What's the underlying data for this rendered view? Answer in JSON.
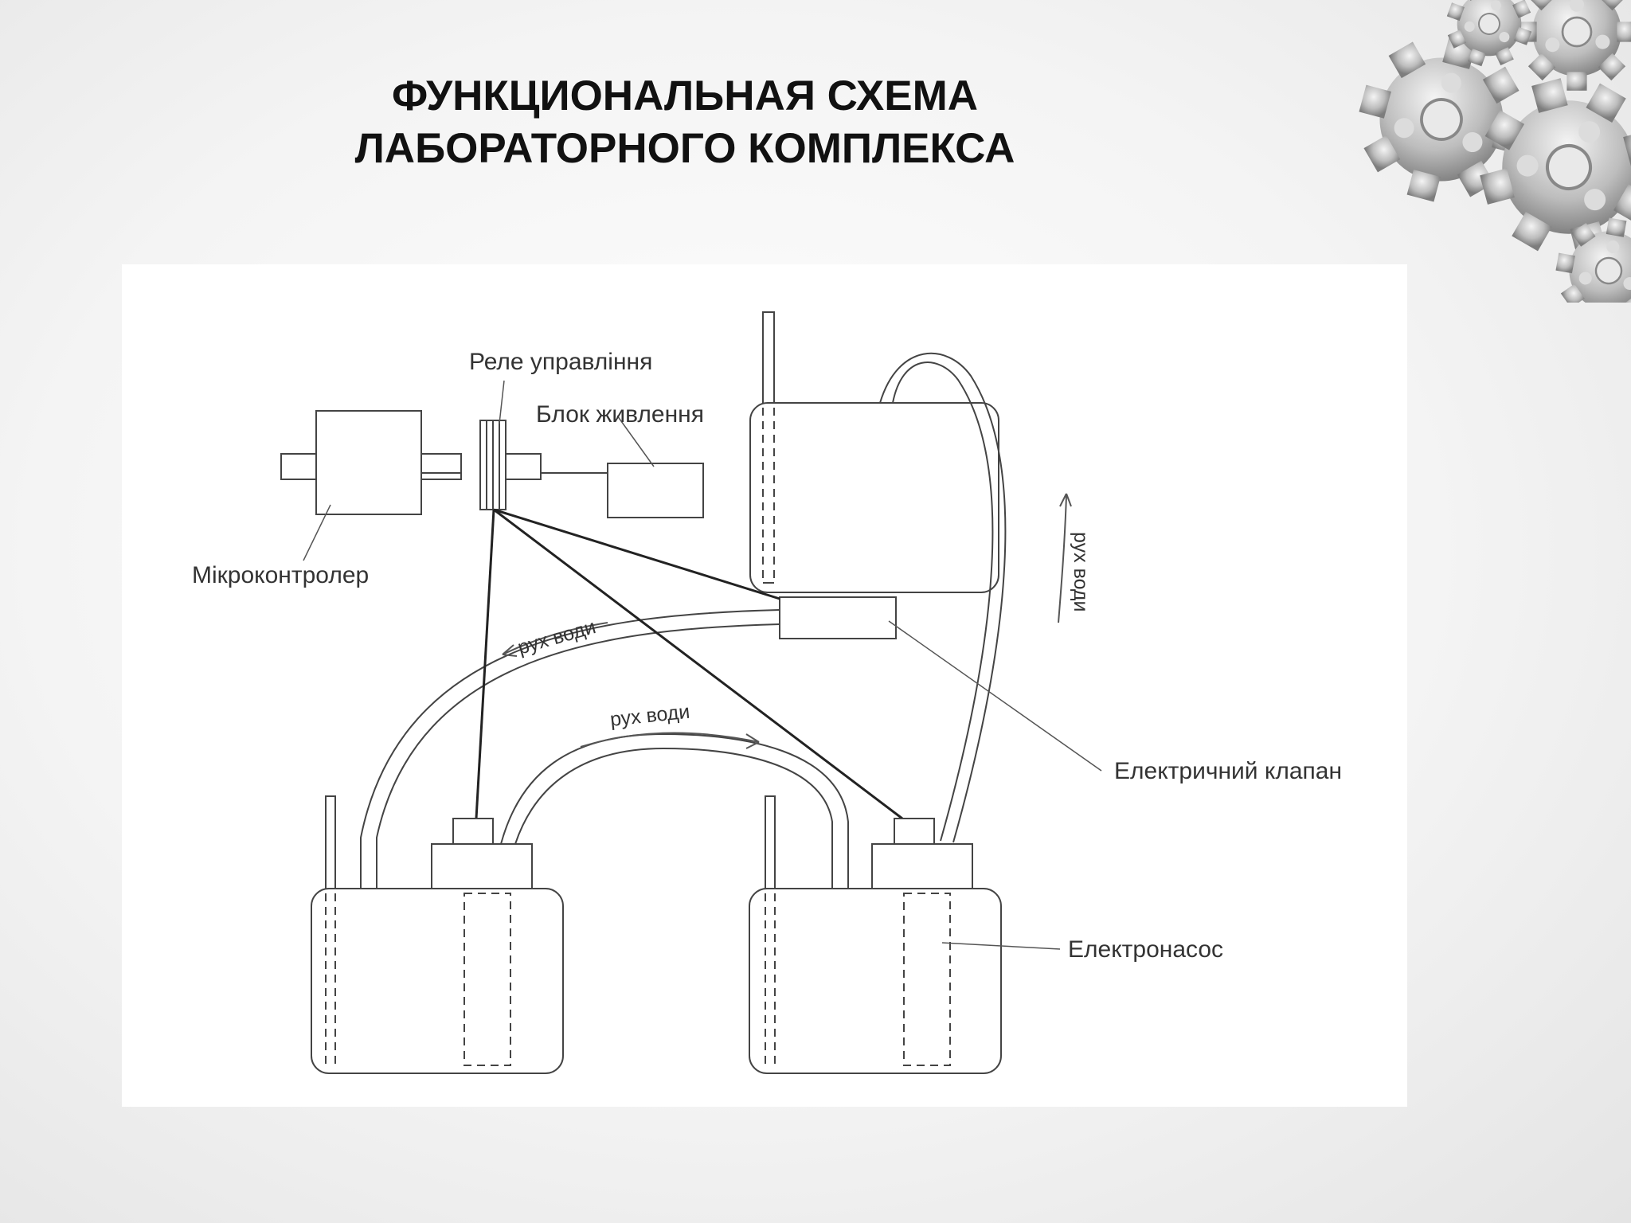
{
  "title": {
    "line1": "ФУНКЦИОНАЛЬНАЯ СХЕМА",
    "line2": "ЛАБОРАТОРНОГО КОМПЛЕКСА"
  },
  "decoration": {
    "icon": "gears-icon",
    "color": "#9a9a9a"
  },
  "diagram": {
    "relay_label": "Реле управління",
    "power_label": "Блок живлення",
    "mcu_label": "Мікроконтролер",
    "valve_label": "Електричний клапан",
    "pump_label": "Електронасос",
    "flow_top": "рух води",
    "flow_middle": "рух води",
    "flow_right": "рух води"
  }
}
